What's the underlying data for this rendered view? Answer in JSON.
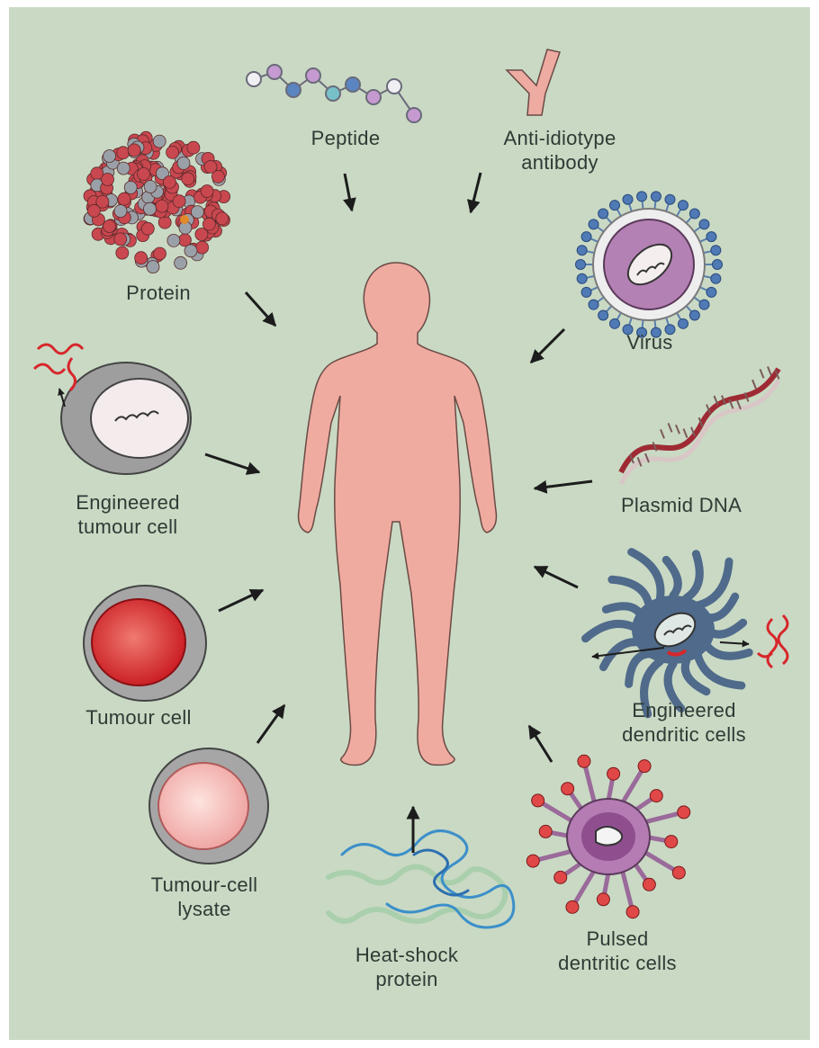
{
  "colors": {
    "background": "#c9d9c4",
    "body": "#f0aba0",
    "arrow": "#1c1c1c",
    "label": "#2f3a34",
    "tumour_red": "#d7262b",
    "cell_grey": "#a6a6a6",
    "virus_purple": "#b481b4",
    "dendritic_blue": "#4f6a8a",
    "pulsed_purple": "#b57bb3",
    "hsp_blue": "#3c8fc9"
  },
  "labels": {
    "peptide": [
      "Peptide"
    ],
    "anti_idiotype": [
      "Anti-idiotype",
      "antibody"
    ],
    "protein": [
      "Protein"
    ],
    "virus": [
      "Virus"
    ],
    "engineered_tumour": [
      "Engineered",
      "tumour cell"
    ],
    "plasmid": [
      "Plasmid DNA"
    ],
    "tumour_cell": [
      "Tumour cell"
    ],
    "engineered_dendritic": [
      "Engineered",
      "dendritic cells"
    ],
    "lysate": [
      "Tumour-cell",
      "lysate"
    ],
    "heat_shock": [
      "Heat-shock",
      "protein"
    ],
    "pulsed_dendritic": [
      "Pulsed",
      "dentritic cells"
    ]
  },
  "icons": [
    "peptide-chain-icon",
    "antibody-icon",
    "protein-icon",
    "virus-icon",
    "engineered-tumour-cell-icon",
    "plasmid-dna-icon",
    "tumour-cell-icon",
    "engineered-dendritic-cell-icon",
    "tumour-cell-lysate-icon",
    "heat-shock-protein-icon",
    "pulsed-dendritic-cell-icon",
    "human-body-icon"
  ]
}
